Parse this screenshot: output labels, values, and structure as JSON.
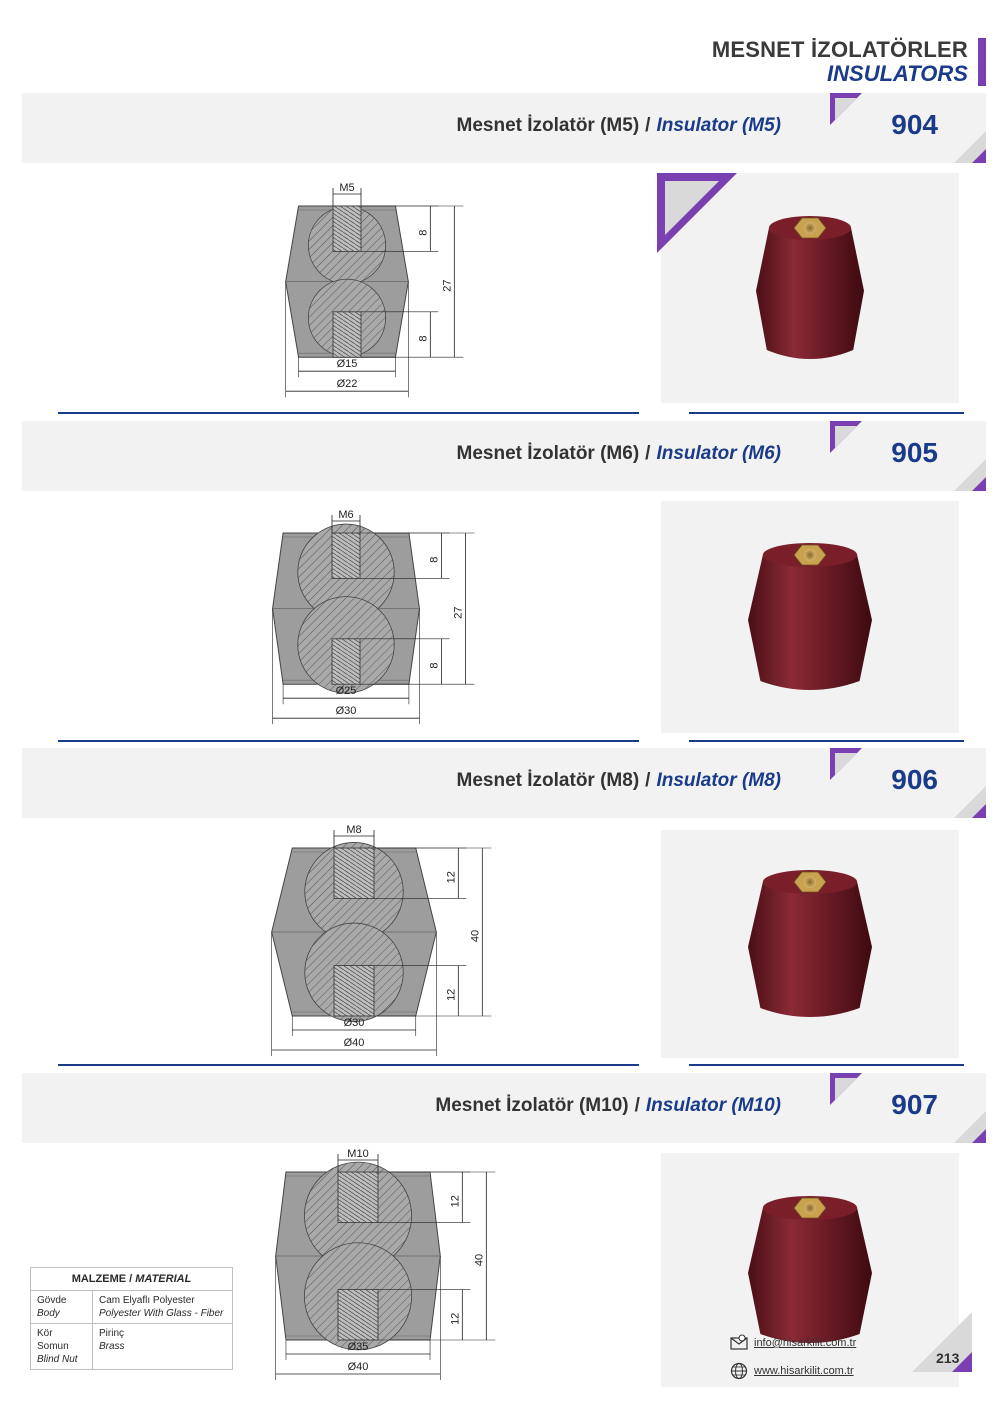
{
  "header": {
    "title_tr": "MESNET İZOLATÖRLER",
    "title_en": "INSULATORS"
  },
  "colors": {
    "accent_purple": "#7a3fb0",
    "brand_blue": "#1a3a8a",
    "band_gray": "#f2f2f2",
    "insulator_red": "#7a1f2a"
  },
  "products": [
    {
      "title_tr": "Mesnet İzolatör (M5)",
      "sep": "/",
      "title_en": "Insulator (M5)",
      "code": "904",
      "dims": {
        "thread": "M5",
        "depth_top": "8",
        "depth_bottom": "8",
        "height": "27",
        "inner_dia": "Ø15",
        "outer_dia": "Ø22"
      }
    },
    {
      "title_tr": "Mesnet İzolatör (M6)",
      "sep": "/",
      "title_en": "Insulator (M6)",
      "code": "905",
      "dims": {
        "thread": "M6",
        "depth_top": "8",
        "depth_bottom": "8",
        "height": "27",
        "inner_dia": "Ø25",
        "outer_dia": "Ø30"
      }
    },
    {
      "title_tr": "Mesnet İzolatör (M8)",
      "sep": "/",
      "title_en": "Insulator (M8)",
      "code": "906",
      "dims": {
        "thread": "M8",
        "depth_top": "12",
        "depth_bottom": "12",
        "height": "40",
        "inner_dia": "Ø30",
        "outer_dia": "Ø40"
      }
    },
    {
      "title_tr": "Mesnet İzolatör (M10)",
      "sep": "/",
      "title_en": "Insulator (M10)",
      "code": "907",
      "dims": {
        "thread": "M10",
        "depth_top": "12",
        "depth_bottom": "12",
        "height": "40",
        "inner_dia": "Ø35",
        "outer_dia": "Ø40"
      }
    }
  ],
  "material": {
    "head_tr": "MALZEME",
    "head_sep": "/",
    "head_en": "MATERIAL",
    "rows": [
      {
        "part_tr": "Gövde",
        "part_en": "Body",
        "mat_tr": "Cam Elyaflı Polyester",
        "mat_en": "Polyester With Glass - Fiber"
      },
      {
        "part_tr": "Kör Somun",
        "part_en": "Blind Nut",
        "mat_tr": "Pirinç",
        "mat_en": "Brass"
      }
    ]
  },
  "footer": {
    "email": "info@hisarkilit.com.tr",
    "website": "www.hisarkilit.com.tr",
    "page_number": "213"
  }
}
